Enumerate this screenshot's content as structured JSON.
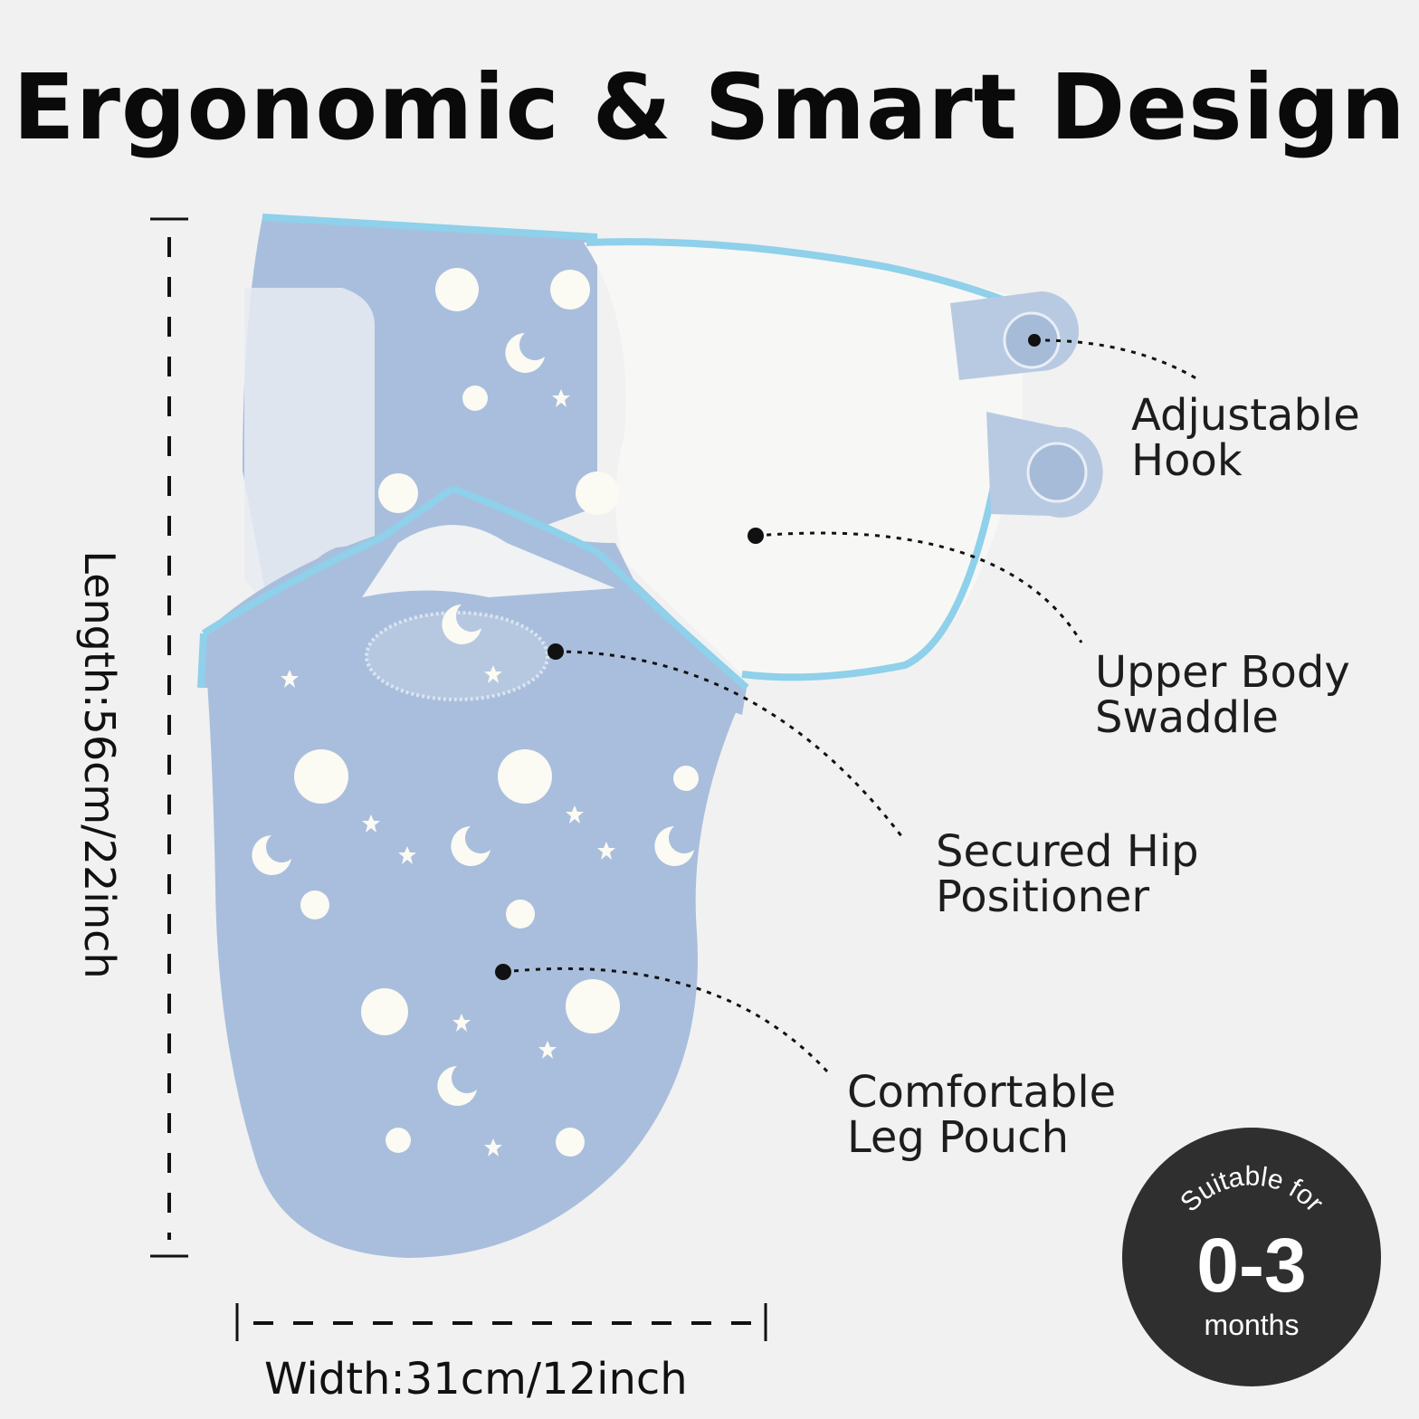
{
  "headline": "Ergonomic & Smart Design",
  "features": [
    {
      "line1": "Adjustable",
      "line2": "Hook"
    },
    {
      "line1": "Upper Body",
      "line2": "Swaddle"
    },
    {
      "line1": "Secured Hip",
      "line2": "Positioner"
    },
    {
      "line1": "Comfortable",
      "line2": "Leg Pouch"
    }
  ],
  "dimensions": {
    "length": "Length:56cm/22inch",
    "width": "Width:31cm/12inch"
  },
  "badge": {
    "arc_text": "Suitable for",
    "range": "0-3",
    "unit": "months"
  },
  "colors": {
    "background": "#f1f1f1",
    "swaddle_blue": "#a9bedc",
    "trim_blue": "#8fd0ea",
    "inner_white": "#f7f7f5",
    "badge_dark": "#2f2f2f"
  }
}
